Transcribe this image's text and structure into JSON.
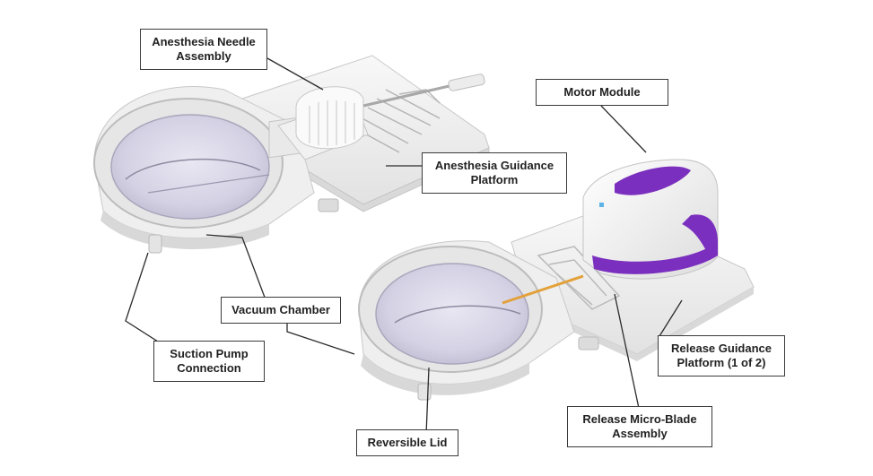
{
  "labels": {
    "anesthesia_needle": "Anesthesia Needle\nAssembly",
    "motor_module": "Motor Module",
    "anesthesia_guidance": "Anesthesia Guidance\nPlatform",
    "vacuum_chamber": "Vacuum Chamber",
    "suction_pump": "Suction Pump\nConnection",
    "release_guidance": "Release Guidance\nPlatform (1 of 2)",
    "release_blade": "Release Micro-Blade\nAssembly",
    "reversible_lid": "Reversible Lid"
  },
  "colors": {
    "accent_purple": "#7b2fbe",
    "device_white": "#f4f4f4",
    "device_shadow": "#d6d6d6",
    "lid_tint": "#dcd9ea",
    "blade_orange": "#e3a13a",
    "outline": "#3a3a3a"
  }
}
